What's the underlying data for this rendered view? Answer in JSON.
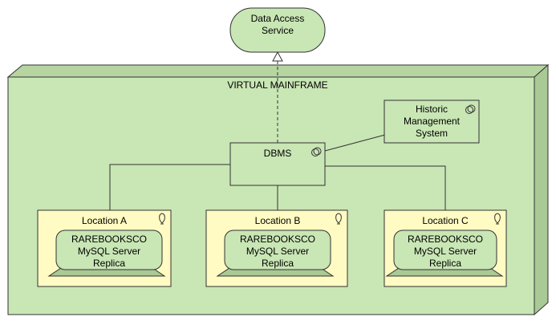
{
  "service": {
    "lines": [
      "Data Access",
      "Service"
    ]
  },
  "node": {
    "label": "VIRTUAL MAINFRAME"
  },
  "dbms": {
    "label": "DBMS"
  },
  "historic": {
    "lines": [
      "Historic",
      "Management",
      "System"
    ]
  },
  "locations": [
    {
      "label": "Location A",
      "device_lines": [
        "RAREBOOKSCO",
        "MySQL Server",
        "Replica"
      ]
    },
    {
      "label": "Location B",
      "device_lines": [
        "RAREBOOKSCO",
        "MySQL Server",
        "Replica"
      ]
    },
    {
      "label": "Location C",
      "device_lines": [
        "RAREBOOKSCO",
        "MySQL Server",
        "Replica"
      ]
    }
  ],
  "colors": {
    "node_fill": "#c9e6b5",
    "node_side": "#a9c995",
    "node_top": "#b6d5a1",
    "service_fill": "#c9e6b5",
    "location_fill": "#fffbc2",
    "device_fill": "#c9e6b5",
    "device_base": "#a9c995",
    "stroke": "#333333"
  }
}
